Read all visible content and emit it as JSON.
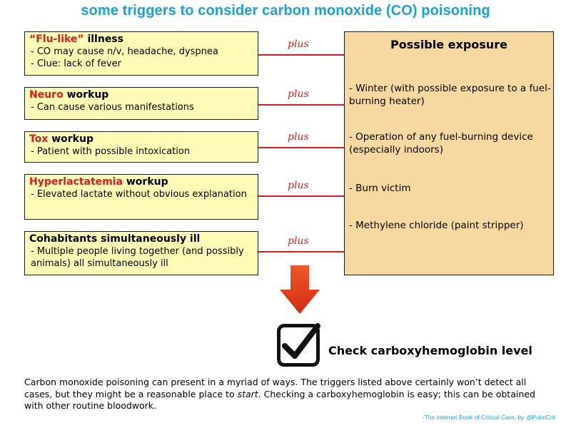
{
  "title": "some triggers to consider carbon monoxide (CO) poisoning",
  "connector_label": "plus",
  "triggers": [
    {
      "highlight": "“Flu-like”",
      "rest": " illness",
      "lines": [
        "- CO may cause n/v, headache, dyspnea",
        "- Clue: lack of fever"
      ]
    },
    {
      "highlight": "Neuro",
      "rest": " workup",
      "lines": [
        "- Can cause various manifestations"
      ]
    },
    {
      "highlight": "Tox",
      "rest": " workup",
      "lines": [
        "- Patient with possible intoxication"
      ]
    },
    {
      "highlight": "Hyperlactatemia",
      "rest": " workup",
      "lines": [
        "- Elevated lactate without obvious explanation"
      ]
    },
    {
      "highlight": "",
      "rest": "Cohabitants simultaneously ill",
      "lines": [
        "- Multiple people living together (and possibly animals) all simultaneously ill"
      ]
    }
  ],
  "exposure": {
    "title": "Possible exposure",
    "items": [
      "- Winter (with possible exposure to a fuel-burning heater)",
      "- Operation of any fuel-burning device (especially indoors)",
      "- Burn victim",
      "- Methylene chloride (paint stripper)"
    ]
  },
  "result": "Check carboxyhemoglobin level",
  "paragraph": {
    "before": "Carbon monoxide poisoning can present in a myriad of ways.  The triggers listed above certainly won’t detect all cases, but they might be a reasonable place to ",
    "emph": "start",
    "after": ".  Checking a carboxyhemoglobin is easy; this can be obtained with other routine bloodwork."
  },
  "credit": "-The Internet Book of Critical Care, by @PulmCrit",
  "colors": {
    "title": "#1aa0dc",
    "highlight": "#e01b1b",
    "trigger_bg": "#fdfbb6",
    "exposure_bg": "#f6d8a1",
    "arrow": "#e8401c"
  }
}
